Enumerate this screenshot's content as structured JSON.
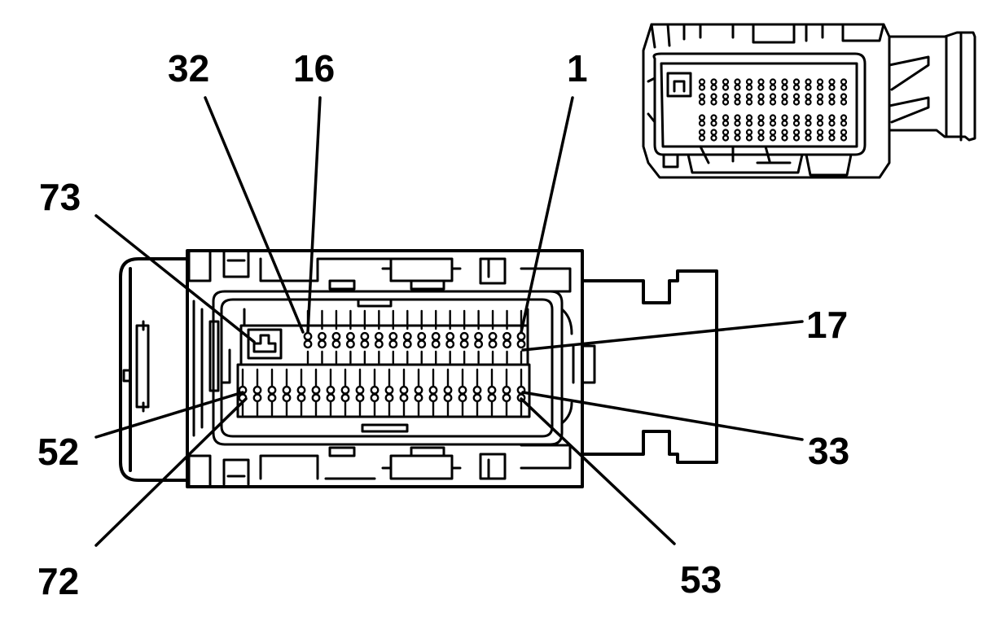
{
  "diagram": {
    "pin_labels": {
      "p32": "32",
      "p16": "16",
      "p1": "1",
      "p73": "73",
      "p17": "17",
      "p52": "52",
      "p33": "33",
      "p72": "72",
      "p53": "53"
    },
    "colors": {
      "line": "#000000",
      "background": "#ffffff"
    }
  }
}
